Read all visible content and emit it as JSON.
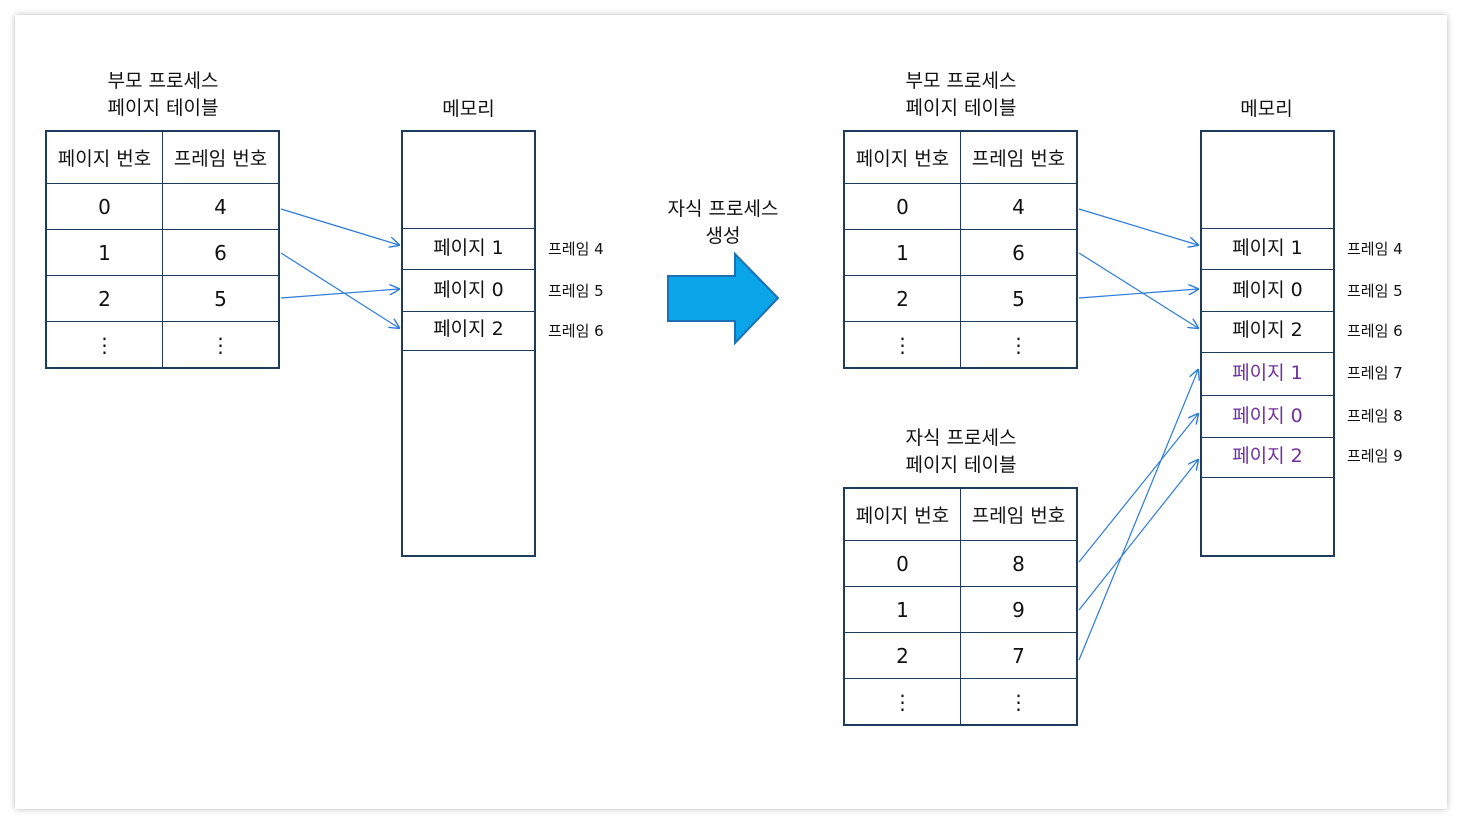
{
  "parent_table": {
    "title_line1": "부모 프로세스",
    "title_line2": "페이지 테이블",
    "col_page": "페이지 번호",
    "col_frame": "프레임 번호",
    "rows": [
      {
        "page": "0",
        "frame": "4"
      },
      {
        "page": "1",
        "frame": "6"
      },
      {
        "page": "2",
        "frame": "5"
      },
      {
        "page": "⋮",
        "frame": "⋮"
      }
    ]
  },
  "child_table": {
    "title_line1": "자식 프로세스",
    "title_line2": "페이지 테이블",
    "col_page": "페이지 번호",
    "col_frame": "프레임 번호",
    "rows": [
      {
        "page": "0",
        "frame": "8"
      },
      {
        "page": "1",
        "frame": "9"
      },
      {
        "page": "2",
        "frame": "7"
      },
      {
        "page": "⋮",
        "frame": "⋮"
      }
    ]
  },
  "memory_before": {
    "title": "메모리",
    "slots": [
      {
        "label": "페이지 1",
        "frame": "프레임 4"
      },
      {
        "label": "페이지 0",
        "frame": "프레임 5"
      },
      {
        "label": "페이지 2",
        "frame": "프레임 6"
      }
    ]
  },
  "memory_after": {
    "title": "메모리",
    "slots": [
      {
        "label": "페이지 1",
        "frame": "프레임 4"
      },
      {
        "label": "페이지 0",
        "frame": "프레임 5"
      },
      {
        "label": "페이지 2",
        "frame": "프레임 6"
      },
      {
        "label": "페이지 1",
        "frame": "프레임 7"
      },
      {
        "label": "페이지 0",
        "frame": "프레임 8"
      },
      {
        "label": "페이지 2",
        "frame": "프레임 9"
      }
    ]
  },
  "arrow": {
    "line1": "자식 프로세스",
    "line2": "생성"
  },
  "colors": {
    "border": "#1f3b5c",
    "link": "#2b7bd9",
    "child_text": "#7030a0",
    "arrow_fill": "#0aa5e8",
    "arrow_stroke": "#1a6fb5"
  },
  "edges": [
    {
      "from": "parent-row-0",
      "to": "frame-4"
    },
    {
      "from": "parent-row-1",
      "to": "frame-6"
    },
    {
      "from": "parent-row-2",
      "to": "frame-5"
    },
    {
      "from": "child-row-0",
      "to": "frame-8"
    },
    {
      "from": "child-row-1",
      "to": "frame-9"
    },
    {
      "from": "child-row-2",
      "to": "frame-7"
    }
  ]
}
